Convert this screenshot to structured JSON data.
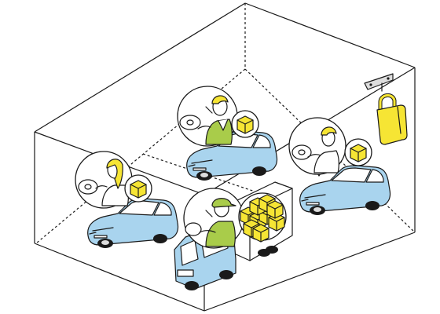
{
  "colors": {
    "car_body": "#a9d4ee",
    "car_window": "#ffffff",
    "outline": "#1a1a1a",
    "box_yellow": "#f6e534",
    "lock_yellow": "#f6e534",
    "shirt_green": "#a9cc4a",
    "skin": "#ffffff",
    "hair": "#f6e534"
  },
  "scene": {
    "vehicles": [
      {
        "kind": "car",
        "driver": "woman",
        "cargo_boxes": 1
      },
      {
        "kind": "car",
        "driver": "man-green-shirt",
        "cargo_boxes": 1
      },
      {
        "kind": "car",
        "driver": "man-white-shirt",
        "cargo_boxes": 1
      },
      {
        "kind": "truck",
        "driver": "man-green-cap",
        "cargo_boxes": 9
      }
    ],
    "lock": {
      "icon": "padlock-icon",
      "mounted_on": "wall-bracket"
    }
  }
}
